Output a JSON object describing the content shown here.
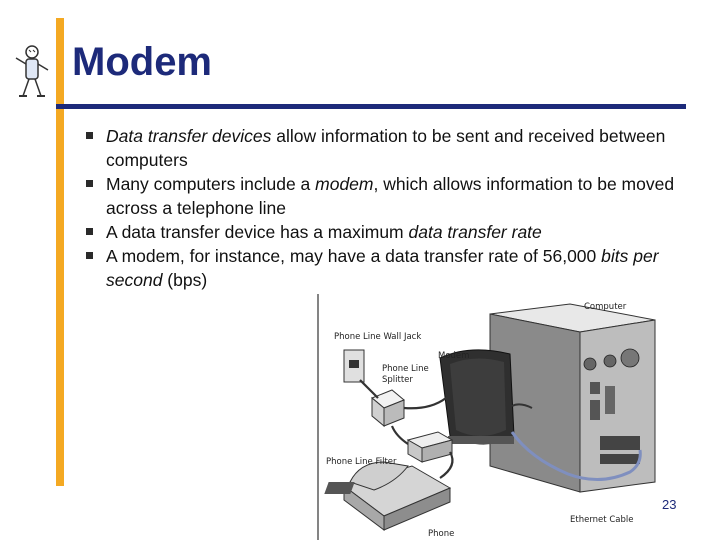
{
  "slide": {
    "title": "Modem",
    "page_number": "23",
    "bullets": [
      [
        {
          "t": "Data transfer devices",
          "i": true
        },
        {
          "t": " allow information to be sent and received between computers",
          "i": false
        }
      ],
      [
        {
          "t": "Many computers include a ",
          "i": false
        },
        {
          "t": "modem",
          "i": true
        },
        {
          "t": ", which allows information to be moved across a telephone line",
          "i": false
        }
      ],
      [
        {
          "t": "A data transfer device has a maximum ",
          "i": false
        },
        {
          "t": "data transfer rate",
          "i": true
        }
      ],
      [
        {
          "t": "A modem, for instance, may have a data transfer rate of 56,000 ",
          "i": false
        },
        {
          "t": "bits per second",
          "i": true
        },
        {
          "t": " (bps)",
          "i": false
        }
      ]
    ]
  },
  "diagram": {
    "labels": {
      "computer": "Computer",
      "wall_jack": "Phone Line Wall Jack",
      "modem": "Modem",
      "splitter_line1": "Phone Line",
      "splitter_line2": "Splitter",
      "filter": "Phone Line Filter",
      "phone": "Phone",
      "ethernet": "Ethernet Cable"
    }
  },
  "colors": {
    "title": "#1d2a7a",
    "accent_bar": "#f4a922",
    "ethernet_cable": "#7f8fbf"
  },
  "icons": {
    "mascot": "stick-figure-mascot-icon",
    "bullet": "square-bullet-icon"
  }
}
